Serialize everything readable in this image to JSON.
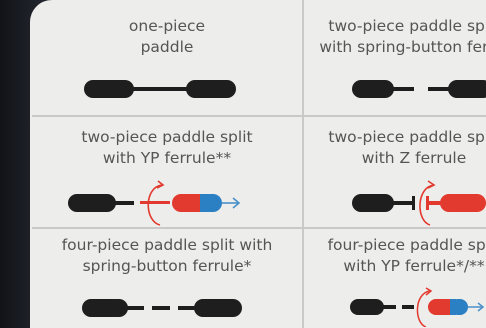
{
  "cells": [
    {
      "label": "one-piece\npaddle"
    },
    {
      "label": "two-piece paddle split\nwith spring-button ferrul"
    },
    {
      "label": "two-piece paddle split\nwith YP ferrule**"
    },
    {
      "label": "two-piece paddle split\nwith Z ferrule"
    },
    {
      "label": "four-piece paddle split with\nspring-button ferrule*"
    },
    {
      "label": "four-piece paddle split\nwith YP ferrule*/**"
    }
  ],
  "colors": {
    "blade": "#1e1e1e",
    "shaft": "#1e1e1e",
    "red": "#e23a2e",
    "blue": "#2b7fc3",
    "arrow_red": "#e23a2e",
    "arrow_blue": "#4a90c9",
    "divider": "#c9c9c9",
    "background": "#ededec"
  },
  "icons": [
    "paddle-blade-icon",
    "ferrule-red-icon",
    "ferrule-blue-icon",
    "rotate-arrow-icon",
    "insert-arrow-icon"
  ]
}
